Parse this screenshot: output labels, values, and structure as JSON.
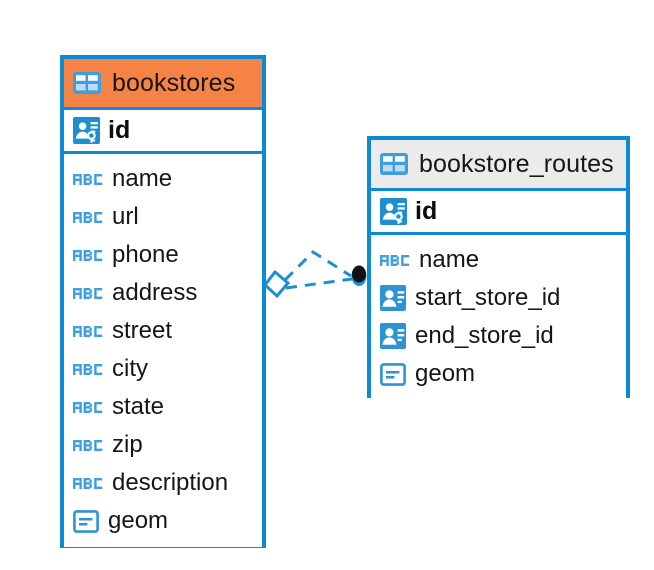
{
  "diagram": {
    "type": "entity-relationship-diagram",
    "background": "#ffffff",
    "accent_color": "#0c8ad4",
    "highlight_color": "#f58345",
    "header_grey": "#ebebeb"
  },
  "entities": [
    {
      "name": "bookstores",
      "header_style": "orange",
      "icon": "table-icon",
      "primary_key": {
        "label": "id",
        "icon": "primary-key-icon"
      },
      "fields": [
        {
          "label": "name",
          "icon": "abc-text-icon"
        },
        {
          "label": "url",
          "icon": "abc-text-icon"
        },
        {
          "label": "phone",
          "icon": "abc-text-icon"
        },
        {
          "label": "address",
          "icon": "abc-text-icon"
        },
        {
          "label": "street",
          "icon": "abc-text-icon"
        },
        {
          "label": "city",
          "icon": "abc-text-icon"
        },
        {
          "label": "state",
          "icon": "abc-text-icon"
        },
        {
          "label": "zip",
          "icon": "abc-text-icon"
        },
        {
          "label": "description",
          "icon": "abc-text-icon"
        },
        {
          "label": "geom",
          "icon": "geometry-icon"
        }
      ]
    },
    {
      "name": "bookstore_routes",
      "header_style": "grey",
      "icon": "table-icon",
      "primary_key": {
        "label": "id",
        "icon": "primary-key-icon"
      },
      "fields": [
        {
          "label": "name",
          "icon": "abc-text-icon"
        },
        {
          "label": "start_store_id",
          "icon": "foreign-key-icon"
        },
        {
          "label": "end_store_id",
          "icon": "foreign-key-icon"
        },
        {
          "label": "geom",
          "icon": "geometry-icon"
        }
      ]
    }
  ],
  "relationships": [
    {
      "from_entity": "bookstores",
      "to_entity": "bookstore_routes",
      "line_style": "dashed",
      "color": "#1d8fd1",
      "source_marker": "diamond-marker",
      "target_marker": "filled-circle-marker"
    },
    {
      "from_entity": "bookstores",
      "to_entity": "bookstore_routes",
      "line_style": "dashed",
      "color": "#1d8fd1",
      "source_marker": "diamond-marker",
      "target_marker": "filled-circle-marker"
    }
  ]
}
